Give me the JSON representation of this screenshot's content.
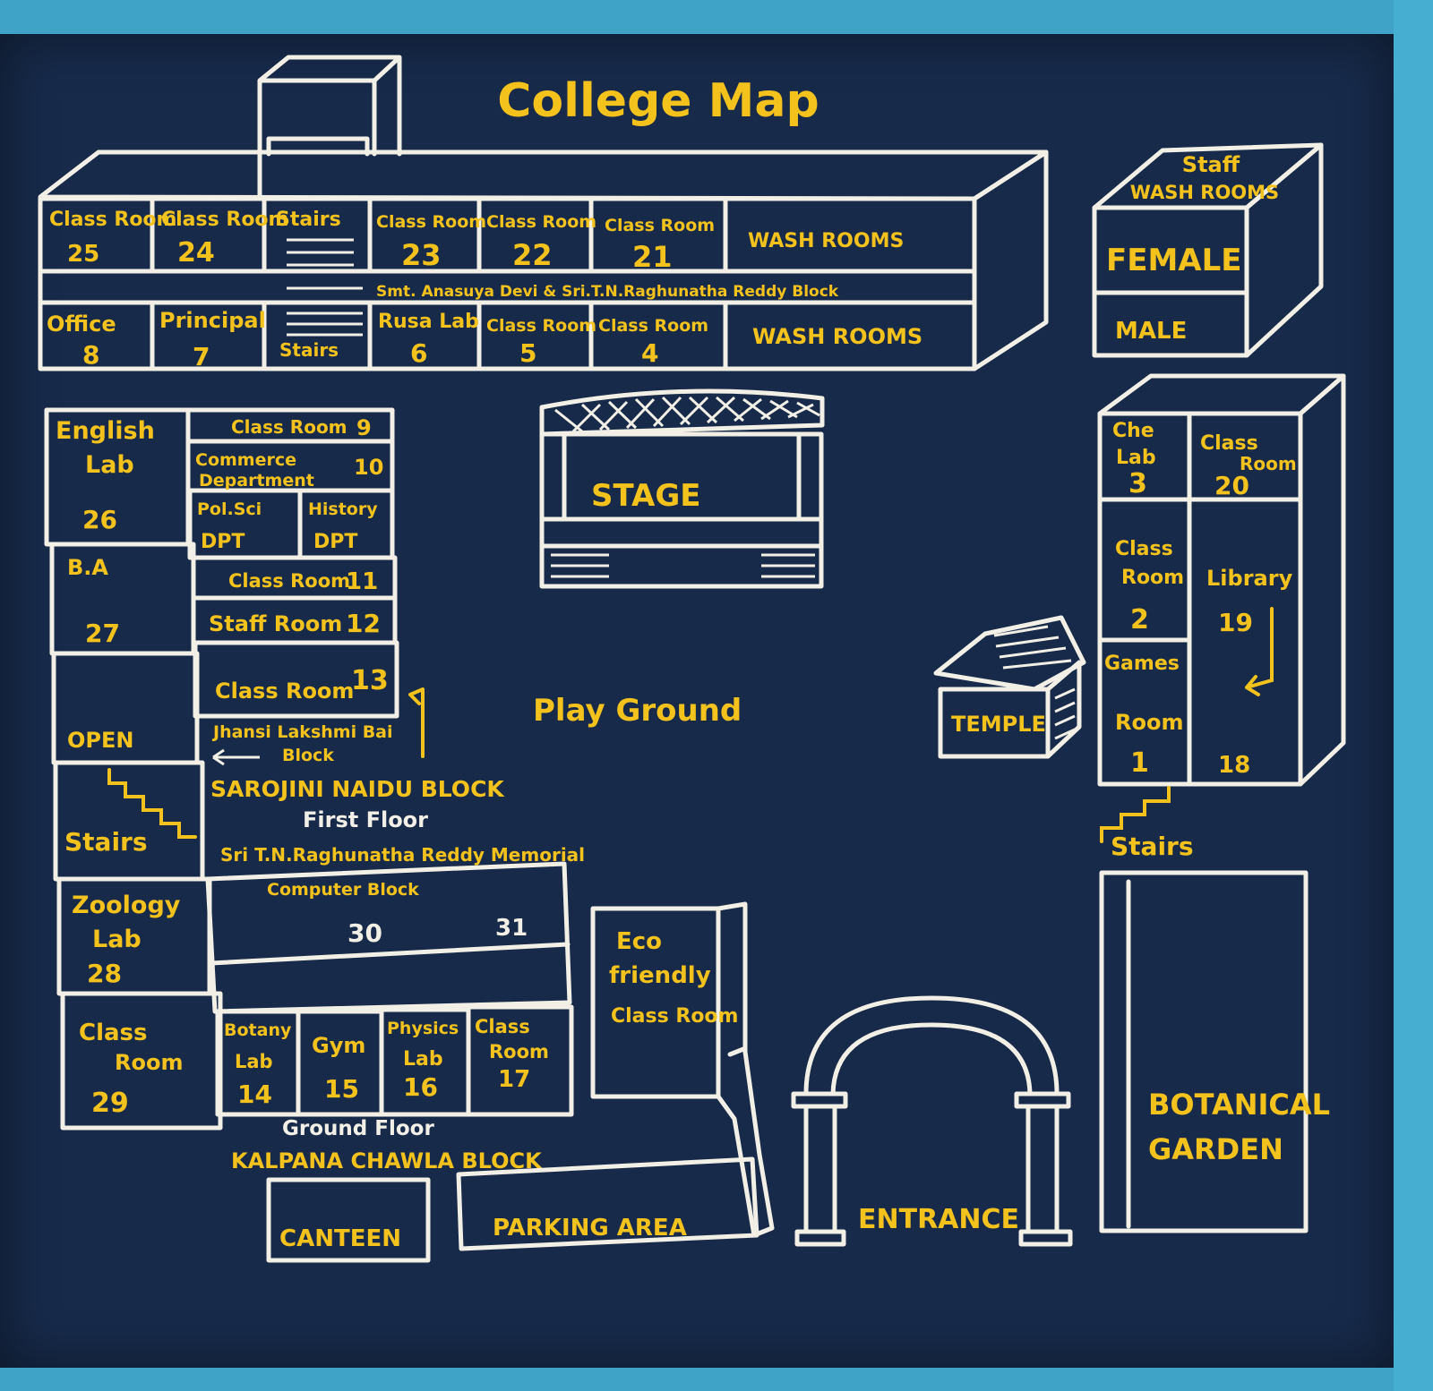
{
  "title": "College Map",
  "top_block": {
    "name": "Smt. Anasuya Devi & Sri.T.N.Raghunatha Reddy Block",
    "upper_row": [
      {
        "label": "Class Room",
        "num": "25"
      },
      {
        "label": "Class Room",
        "num": "24"
      },
      {
        "label": "Stairs"
      },
      {
        "label": "Class Room",
        "num": "23"
      },
      {
        "label": "Class Room",
        "num": "22"
      },
      {
        "label": "Class Room",
        "num": "21"
      },
      {
        "label": "WASH ROOMS"
      }
    ],
    "lower_row": [
      {
        "label": "Office",
        "num": "8"
      },
      {
        "label": "Principal",
        "num": "7"
      },
      {
        "label": "Stairs"
      },
      {
        "label": "Rusa Lab",
        "num": "6"
      },
      {
        "label": "Class Room",
        "num": "5"
      },
      {
        "label": "Class Room",
        "num": "4"
      },
      {
        "label": "WASH ROOMS"
      }
    ]
  },
  "staff_washrooms": {
    "title_1": "Staff",
    "title_2": "WASH ROOMS",
    "female": "FEMALE",
    "male": "MALE"
  },
  "left_block": {
    "english_lab": {
      "label_1": "English",
      "label_2": "Lab",
      "num": "26"
    },
    "ba": {
      "label": "B.A",
      "num": "27"
    },
    "open": "OPEN",
    "stairs": "Stairs",
    "zoology": {
      "label_1": "Zoology",
      "label_2": "Lab",
      "num": "28"
    },
    "classroom_29": {
      "label_1": "Class",
      "label_2": "Room",
      "num": "29"
    },
    "cr9": {
      "label": "Class Room",
      "num": "9"
    },
    "commerce": {
      "label_1": "Commerce",
      "label_2": "Department",
      "num": "10"
    },
    "polsci": {
      "label_1": "Pol.Sci",
      "label_2": "DPT"
    },
    "history": {
      "label_1": "History",
      "label_2": "DPT"
    },
    "cr11": {
      "label": "Class Room",
      "num": "11"
    },
    "staff12": {
      "label": "Staff Room",
      "num": "12"
    },
    "cr13": {
      "label": "Class Room",
      "num": "13"
    },
    "jhansi_1": "Jhansi Lakshmi Bai",
    "jhansi_2": "Block",
    "sarojini": "SAROJINI NAIDU BLOCK",
    "first_floor": "First Floor",
    "memorial": "Sri T.N.Raghunatha Reddy Memorial",
    "computer_block": "Computer Block",
    "n30": "30",
    "n31": "31",
    "botany": {
      "label_1": "Botany",
      "label_2": "Lab",
      "num": "14"
    },
    "gym": {
      "label": "Gym",
      "num": "15"
    },
    "physics": {
      "label_1": "Physics",
      "label_2": "Lab",
      "num": "16"
    },
    "cr17": {
      "label_1": "Class",
      "label_2": "Room",
      "num": "17"
    },
    "ground_floor": "Ground Floor",
    "kalpana": "KALPANA CHAWLA BLOCK"
  },
  "stage": "STAGE",
  "playground": "Play Ground",
  "temple": "TEMPLE",
  "eco": {
    "line_1": "Eco",
    "line_2": "friendly",
    "line_3": "Class Room"
  },
  "canteen": "CANTEEN",
  "parking": "PARKING AREA",
  "entrance": "ENTRANCE",
  "right_block": {
    "chelab": {
      "label_1": "Che",
      "label_2": "Lab",
      "num": "3"
    },
    "cr20": {
      "label_1": "Class",
      "label_2": "Room",
      "num": "20"
    },
    "cr2": {
      "label_1": "Class",
      "label_2": "Room",
      "num": "2"
    },
    "library": {
      "label": "Library",
      "num": "19"
    },
    "games": {
      "label_1": "Games",
      "label_2": "Room",
      "num": "1"
    },
    "n18": "18",
    "stairs": "Stairs"
  },
  "botanical": {
    "line_1": "BOTANICAL",
    "line_2": "GARDEN"
  }
}
